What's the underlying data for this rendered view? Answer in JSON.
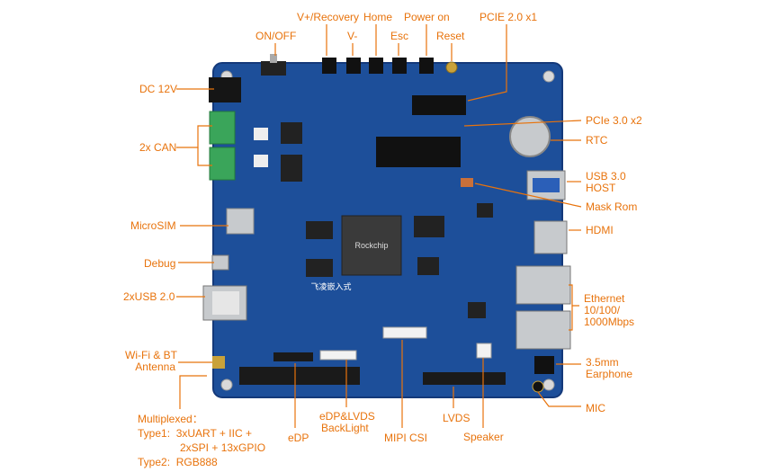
{
  "colors": {
    "label": "#e8730c",
    "leader": "#e8730c",
    "board": "#1d4f9a",
    "board_dark": "#14397a",
    "header": "#1a1a1a",
    "gold": "#c9a23a",
    "metal": "#c7cacd",
    "terminal_green": "#3aa55a"
  },
  "labels": {
    "on_off": "ON/OFF",
    "v_plus_recovery": "V+/Recovery",
    "v_minus": "V-",
    "home": "Home",
    "esc": "Esc",
    "power_on": "Power on",
    "reset": "Reset",
    "pcie20": "PCIE 2.0 x1",
    "dc12v": "DC 12V",
    "can": "2x CAN",
    "microsim": "MicroSIM",
    "debug": "Debug",
    "usb20": "2xUSB 2.0",
    "wifi_line1": "Wi-Fi & BT",
    "wifi_line2": "Antenna",
    "multiplexed": "Multiplexed：",
    "type1_line1": "Type1:  3xUART + IIC +",
    "type1_line2": "2xSPI + 13xGPIO",
    "type2": "Type2:  RGB888",
    "edp": "eDP",
    "edp_lvds_line1": "eDP&LVDS",
    "edp_lvds_line2": "BackLight",
    "mipi_csi": "MIPI CSI",
    "lvds": "LVDS",
    "speaker": "Speaker",
    "pcie30": "PCIe 3.0 x2",
    "rtc": "RTC",
    "usb30_line1": "USB 3.0",
    "usb30_line2": "HOST",
    "mask_rom": "Mask Rom",
    "hdmi": "HDMI",
    "ethernet_line1": "Ethernet",
    "ethernet_line2": "10/100/",
    "ethernet_line3": "1000Mbps",
    "earphone_line1": "3.5mm",
    "earphone_line2": "Earphone",
    "mic": "MIC"
  },
  "board_text": {
    "soc": "Rockchip",
    "brand": "飞凌嵌入式"
  }
}
